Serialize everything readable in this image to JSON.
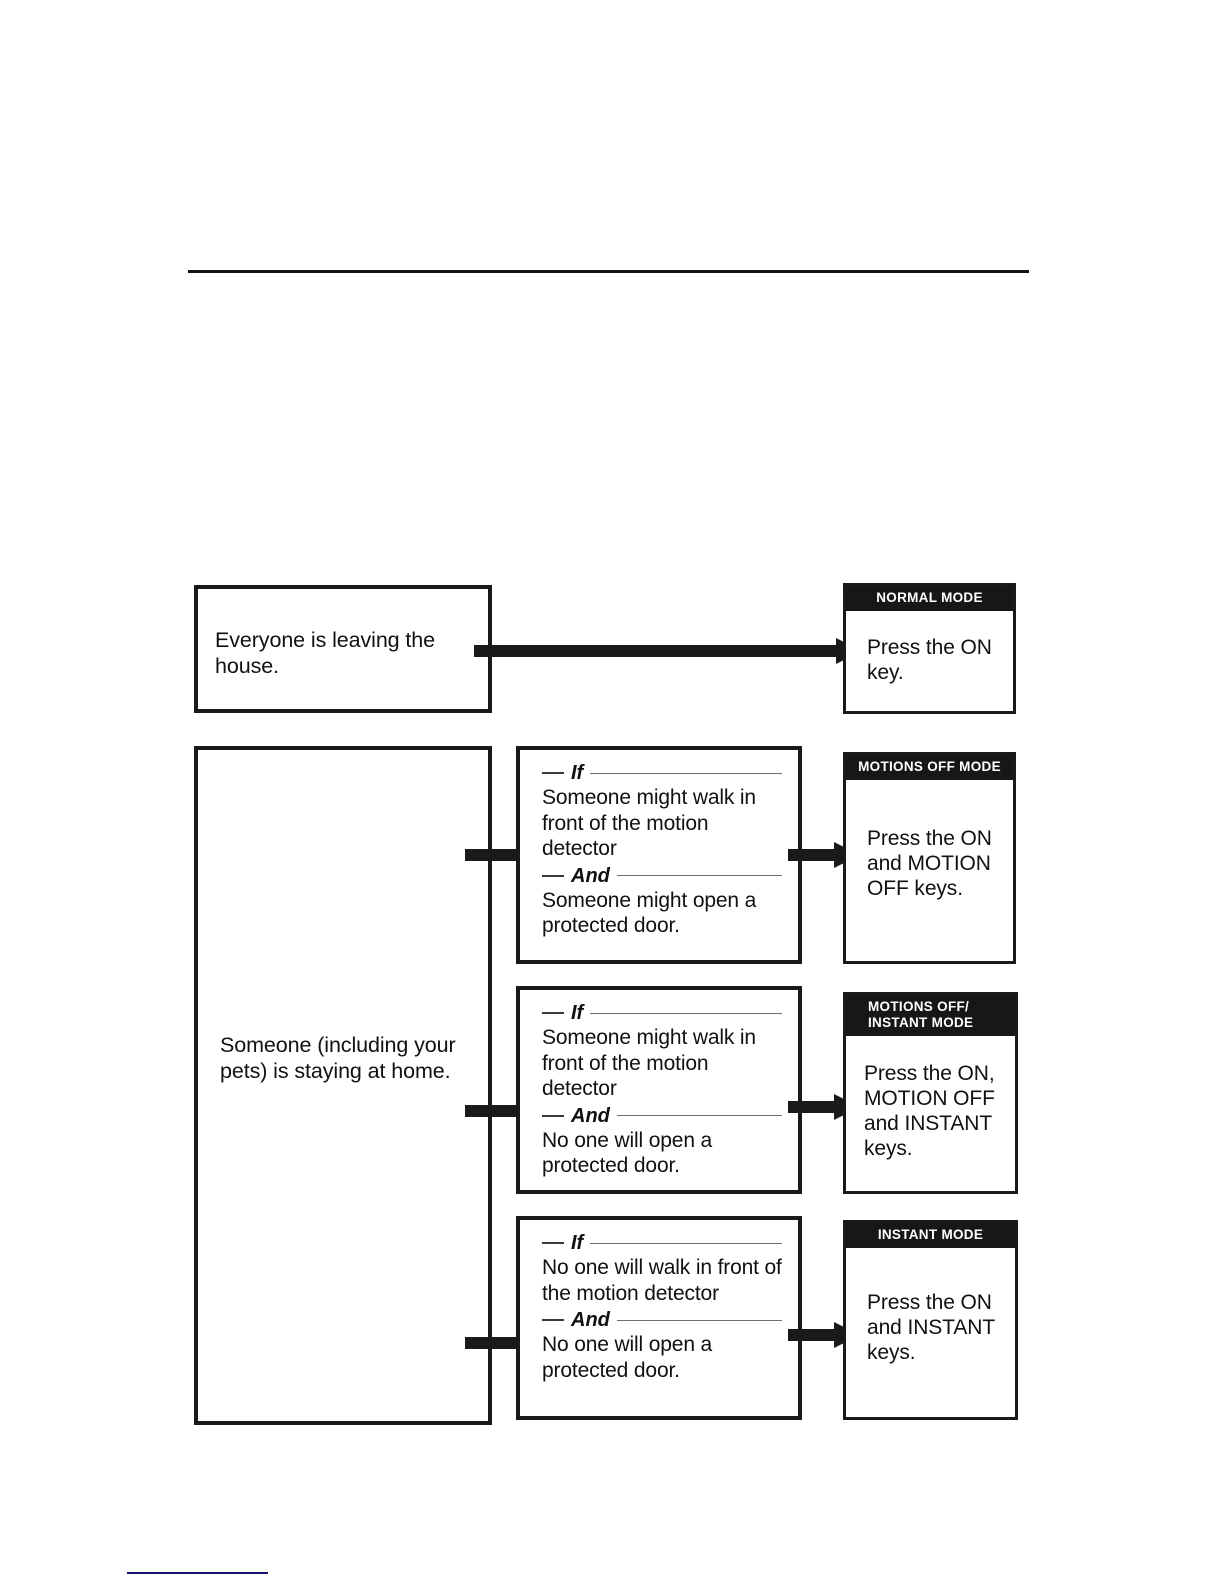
{
  "page": {
    "top_rule": true,
    "footnote_rule": true,
    "rule_color": "#121212",
    "footnote_rule_color": "#14146e",
    "ink_color": "#1a1a1a",
    "header_band_color": "#171717",
    "header_text_color": "#ffffff",
    "background": "#ffffff"
  },
  "scenarios": {
    "leaving": {
      "label": "Everyone is leaving the house."
    },
    "staying": {
      "label": "Someone (including your pets) is staying at home."
    }
  },
  "conditions": [
    {
      "if_keyword": "If",
      "if_text": "Someone might walk in front of the motion detector",
      "and_keyword": "And",
      "and_text": "Someone might open a protected door."
    },
    {
      "if_keyword": "If",
      "if_text": "Someone might walk in front of the motion detector",
      "and_keyword": "And",
      "and_text": "No one will open a protected door."
    },
    {
      "if_keyword": "If",
      "if_text": "No one will walk in front of the motion detector",
      "and_keyword": "And",
      "and_text": "No one will open a protected door."
    }
  ],
  "modes": [
    {
      "header": "NORMAL MODE",
      "instruction": "Press the ON key."
    },
    {
      "header": "MOTIONS OFF MODE",
      "instruction": "Press the ON  and MOTION OFF keys."
    },
    {
      "header_line1": "MOTIONS OFF/",
      "header_line2": "INSTANT MODE",
      "instruction": "Press the ON, MOTION OFF and INSTANT keys."
    },
    {
      "header": "INSTANT MODE",
      "instruction": "Press the ON and INSTANT keys."
    }
  ]
}
